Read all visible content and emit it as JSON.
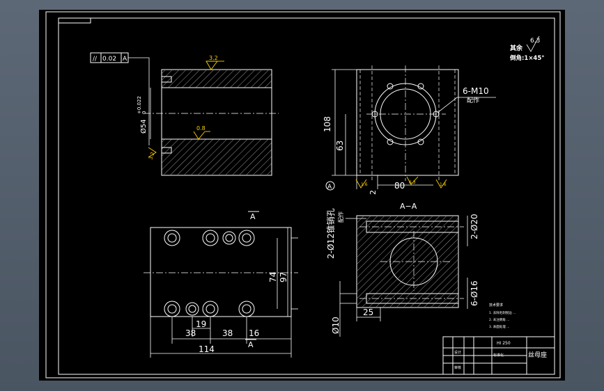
{
  "drawing": {
    "roughness": {
      "other": "其余",
      "value": "6.3",
      "chamfer": "倒角:1×45°"
    },
    "tolerance_frame": {
      "symbol": "//",
      "value": "0.02",
      "datum": "A"
    },
    "left_view": {
      "diameter": "Ø54",
      "tol_upper": "+0.022",
      "tol_lower": "0",
      "rough_top": "3.2",
      "rough_mid": "0.8",
      "rough_side": "3.2"
    },
    "front_view": {
      "thread": "6-M10",
      "thread_note": "配作",
      "dim_height": "108",
      "dim_center": "63",
      "dim_gap": "2",
      "dim_width": "80",
      "datum": "A",
      "rough_left": "1.6",
      "rough_mid": "6.3",
      "rough_right": "1.6"
    },
    "section": {
      "title": "A−A",
      "pin_hole": "2-Ø12锥销孔",
      "pin_note": "配作",
      "right_top": "2-Ø20",
      "right_bottom": "6-Ø16",
      "dim_bottom": "25",
      "dim_left": "Ø10"
    },
    "top_view": {
      "section_mark": "A",
      "section_mark_bottom": "A",
      "dim_74": "74",
      "dim_97": "97",
      "dim_19": "19",
      "dim_38a": "38",
      "dim_38b": "38",
      "dim_16": "16",
      "dim_114": "114"
    },
    "notes": {
      "heading": "技术要求",
      "line1": "1. 去除毛刺锐边 ...",
      "line2": "2. 未注倒角 ...",
      "line3": "3. 表面处理 ..."
    },
    "title_block": {
      "code": "HI 250",
      "name": "丝母座",
      "row_label": "设计",
      "row_label2": "审核",
      "cell1": "标准化"
    }
  }
}
